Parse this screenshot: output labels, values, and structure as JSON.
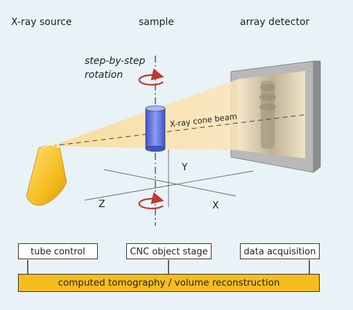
{
  "labels": {
    "xray_source": "X-ray source",
    "sample": "sample",
    "array_detector": "array detector",
    "rotation_line1": "step-by-step",
    "rotation_line2": "rotation",
    "cone_beam": "X-ray cone beam",
    "axis_y": "Y",
    "axis_z": "Z",
    "axis_x": "X"
  },
  "boxes": {
    "tube_control": "tube control",
    "cnc_stage": "CNC object stage",
    "data_acquisition": "data acquisition",
    "reconstruction": "computed tomography / volume reconstruction"
  },
  "colors": {
    "background": "#e8f2f7",
    "beam": "#fbe3b0",
    "source": "#f5bd1e",
    "sample": "#5b6fd6",
    "rotation_arrow": "#c0392b",
    "detector_frame": "#b5b5b5",
    "bar": "#f5bd1e"
  }
}
